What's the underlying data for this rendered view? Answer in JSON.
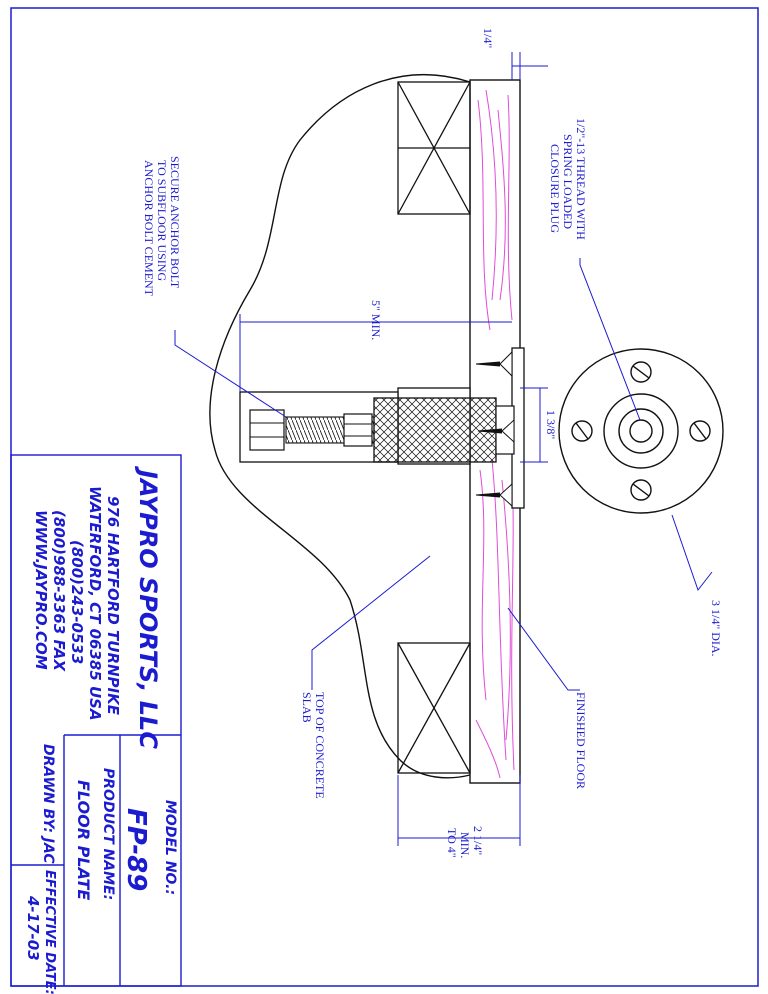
{
  "drawing": {
    "labels": {
      "dim_quarter": "1/4\"",
      "thread_note": [
        "1/2\"-13 THREAD WITH",
        "SPRING LOADED",
        "CLOSURE PLUG"
      ],
      "anchor_note": [
        "SECURE ANCHOR BOLT",
        "TO SUBFLOOR USING",
        "ANCHOR BOLT CEMENT"
      ],
      "dim_5min": "5\" MIN.",
      "dim_1_3_8": "1 3/8\"",
      "dia": "3 1/4\" DIA.",
      "finished_floor": "FINISHED FLOOR",
      "top_concrete": [
        "TOP OF CONCRETE",
        "SLAB"
      ],
      "dim_2_1_4": [
        "2 1/4\"",
        "MIN.",
        "TO 4\""
      ]
    }
  },
  "title_block": {
    "company": "JAYPRO SPORTS, LLC",
    "address": [
      "976 HARTFORD TURNPIKE",
      "WATERFORD, CT 06385 USA",
      "(800)243-0533",
      "(800)988-3363 FAX",
      "WWW.JAYPRO.COM"
    ],
    "model_label": "MODEL NO.:",
    "model_value": "FP-89",
    "product_label": "PRODUCT NAME:",
    "product_value": "FLOOR PLATE",
    "drawn_by": "DRAWN BY: JAC",
    "effective_label": "EFFECTIVE DATE:",
    "effective_value": "4-17-03"
  },
  "colors": {
    "line": "#1b1bd0",
    "wood": "#e04cd8",
    "ink": "#111111"
  }
}
